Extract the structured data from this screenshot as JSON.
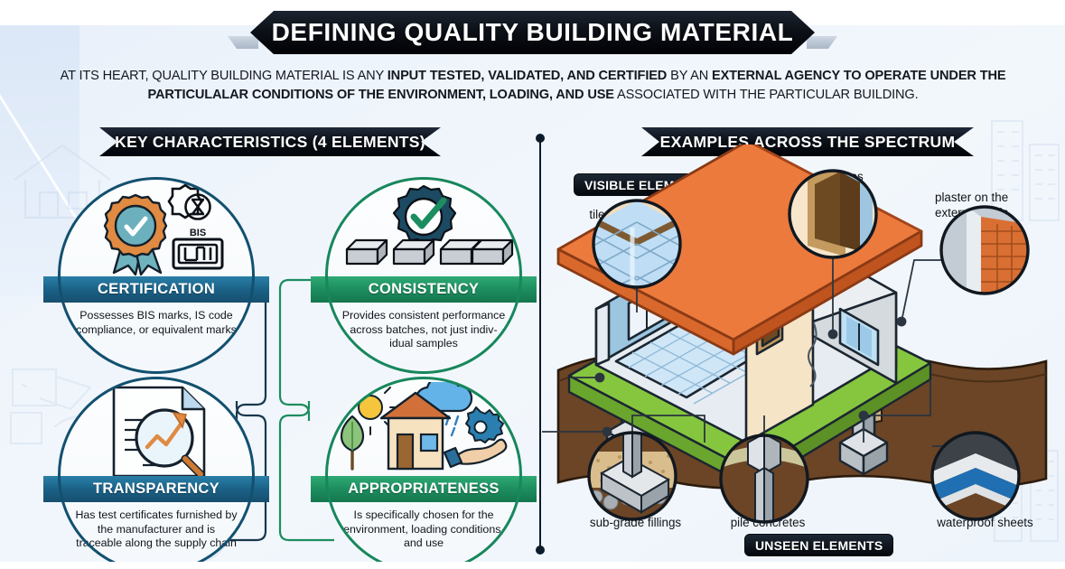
{
  "header": {
    "title": "DEFINING QUALITY BUILDING MATERIAL",
    "subtitle_parts": [
      {
        "text": "AT ITS HEART, QUALITY BUILDING MATERIAL IS ANY ",
        "bold": false
      },
      {
        "text": "INPUT TESTED, VALIDATED, AND CERTIFIED",
        "bold": true
      },
      {
        "text": " BY AN ",
        "bold": false
      },
      {
        "text": "EXTERNAL AGENCY TO OPERATE UNDER THE PARTICULALAR CONDITIONS OF THE ENVIRONMENT, LOADING, AND USE",
        "bold": true
      },
      {
        "text": " ASSOCIATED WITH THE PARTICULAR BUILDING.",
        "bold": false
      }
    ]
  },
  "sections": {
    "left_title": "KEY CHARACTERISTICS (4 ELEMENTS)",
    "right_title": "EXAMPLES ACROSS THE SPECTRUM"
  },
  "cards": [
    {
      "id": "certification",
      "title": "CERTIFICATION",
      "description": "Possesses BIS marks, IS code compliance, or equivalent marks",
      "accent": "#1b6186",
      "icons": [
        "award-rosette-icon",
        "isi-mark-icon",
        "bis-mark-icon"
      ]
    },
    {
      "id": "consistency",
      "title": "CONSISTENCY",
      "description": "Provides consistent performance across batches, not just indiv-idual samples",
      "accent": "#1d8d5f",
      "icons": [
        "check-badge-icon",
        "blocks-icon"
      ]
    },
    {
      "id": "transparency",
      "title": "TRANSPARENCY",
      "description": "Has test certificates furnished by the manufacturer and is traceable along the supply chain",
      "accent": "#1b6186",
      "icons": [
        "document-icon",
        "magnifier-trend-icon"
      ]
    },
    {
      "id": "appropriateness",
      "title": "APPROPRIATENESS",
      "description": "Is specifically chosen for the environment, loading conditions, and use",
      "accent": "#1d8d5f",
      "icons": [
        "sun-icon",
        "rain-cloud-icon",
        "house-icon",
        "tree-icon",
        "hand-gear-icon"
      ]
    }
  ],
  "spectrum": {
    "visible_badge": "VISIBLE ELEMENTS",
    "unseen_badge": "UNSEEN ELEMENTS",
    "visible_labels": [
      {
        "id": "tiles",
        "text": "tiles on the floors"
      },
      {
        "id": "door-frames",
        "text": "door frames"
      },
      {
        "id": "plaster",
        "text": "plaster on the\nexternal walls"
      }
    ],
    "unseen_labels": [
      {
        "id": "sub-grade",
        "text": "sub-grade fillings"
      },
      {
        "id": "pile-concretes",
        "text": "pile concretes"
      },
      {
        "id": "waterproof",
        "text": "waterproof sheets"
      }
    ]
  },
  "palette": {
    "background": "#eef4fb",
    "ribbon_dark": "#0c1118",
    "teal": "#1b6186",
    "green": "#1d8d5f",
    "roof_orange": "#e2622c",
    "soil_brown": "#6b4526",
    "grass_green": "#7ec242"
  }
}
